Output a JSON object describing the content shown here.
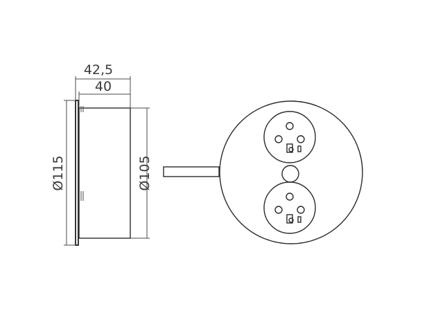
{
  "dimensions": {
    "overall_depth": "42,5",
    "body_depth": "40",
    "flange_diameter": "Ø115",
    "body_diameter": "Ø105"
  },
  "colors": {
    "line": "#2a2a2a",
    "text": "#3a3a3a",
    "background": "#ffffff"
  }
}
